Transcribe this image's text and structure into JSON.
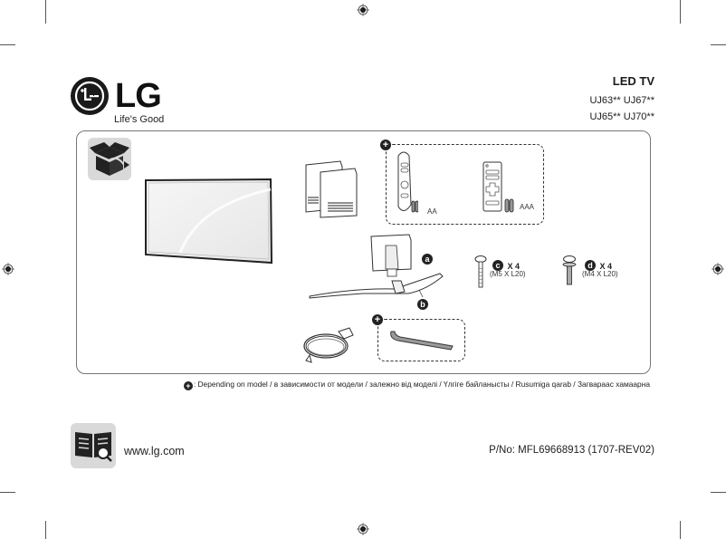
{
  "brand": {
    "name": "LG",
    "tagline": "Life's Good"
  },
  "product": {
    "title": "LED TV",
    "models": [
      "UJ63** UJ67**",
      "UJ65** UJ70**"
    ]
  },
  "contents": {
    "section_icon": "open-box-icon",
    "items": [
      {
        "name": "tv-panel",
        "icon": "tv-icon"
      },
      {
        "name": "manuals",
        "icon": "manual-booklets-icon"
      },
      {
        "name": "magic-remote",
        "icon": "magic-remote-icon",
        "battery_label": "AA",
        "optional": true
      },
      {
        "name": "standard-remote",
        "icon": "remote-control-icon",
        "battery_label": "AAA",
        "optional": true
      },
      {
        "name": "stand-body",
        "icon": "stand-body-icon",
        "badge": "a"
      },
      {
        "name": "stand-base",
        "icon": "stand-base-icon",
        "badge": "b"
      },
      {
        "name": "screw-c",
        "icon": "screw-icon",
        "badge": "c",
        "quantity": "X 4",
        "spec": "(M5 X L20)"
      },
      {
        "name": "screw-d",
        "icon": "screw-washer-icon",
        "badge": "d",
        "quantity": "X 4",
        "spec": "(M4 X L20)"
      },
      {
        "name": "power-cord",
        "icon": "power-cord-icon"
      },
      {
        "name": "cable-holder",
        "icon": "cable-holder-icon",
        "optional": true
      }
    ],
    "optional_marker": "+"
  },
  "footnote": {
    "marker": "+",
    "text": ": Depending on model / в зависимости от модели / залежно від моделі / Үлгіге байланысты / Rusumiga qarab / Загвараас хамаарна"
  },
  "footer": {
    "manual_icon": "book-search-icon",
    "website": "www.lg.com",
    "part_number": "P/No: MFL69668913 (1707-REV02)"
  },
  "colors": {
    "ink": "#1a1a1a",
    "icon_bg": "#d9d9d9",
    "panel_border": "#777777"
  }
}
